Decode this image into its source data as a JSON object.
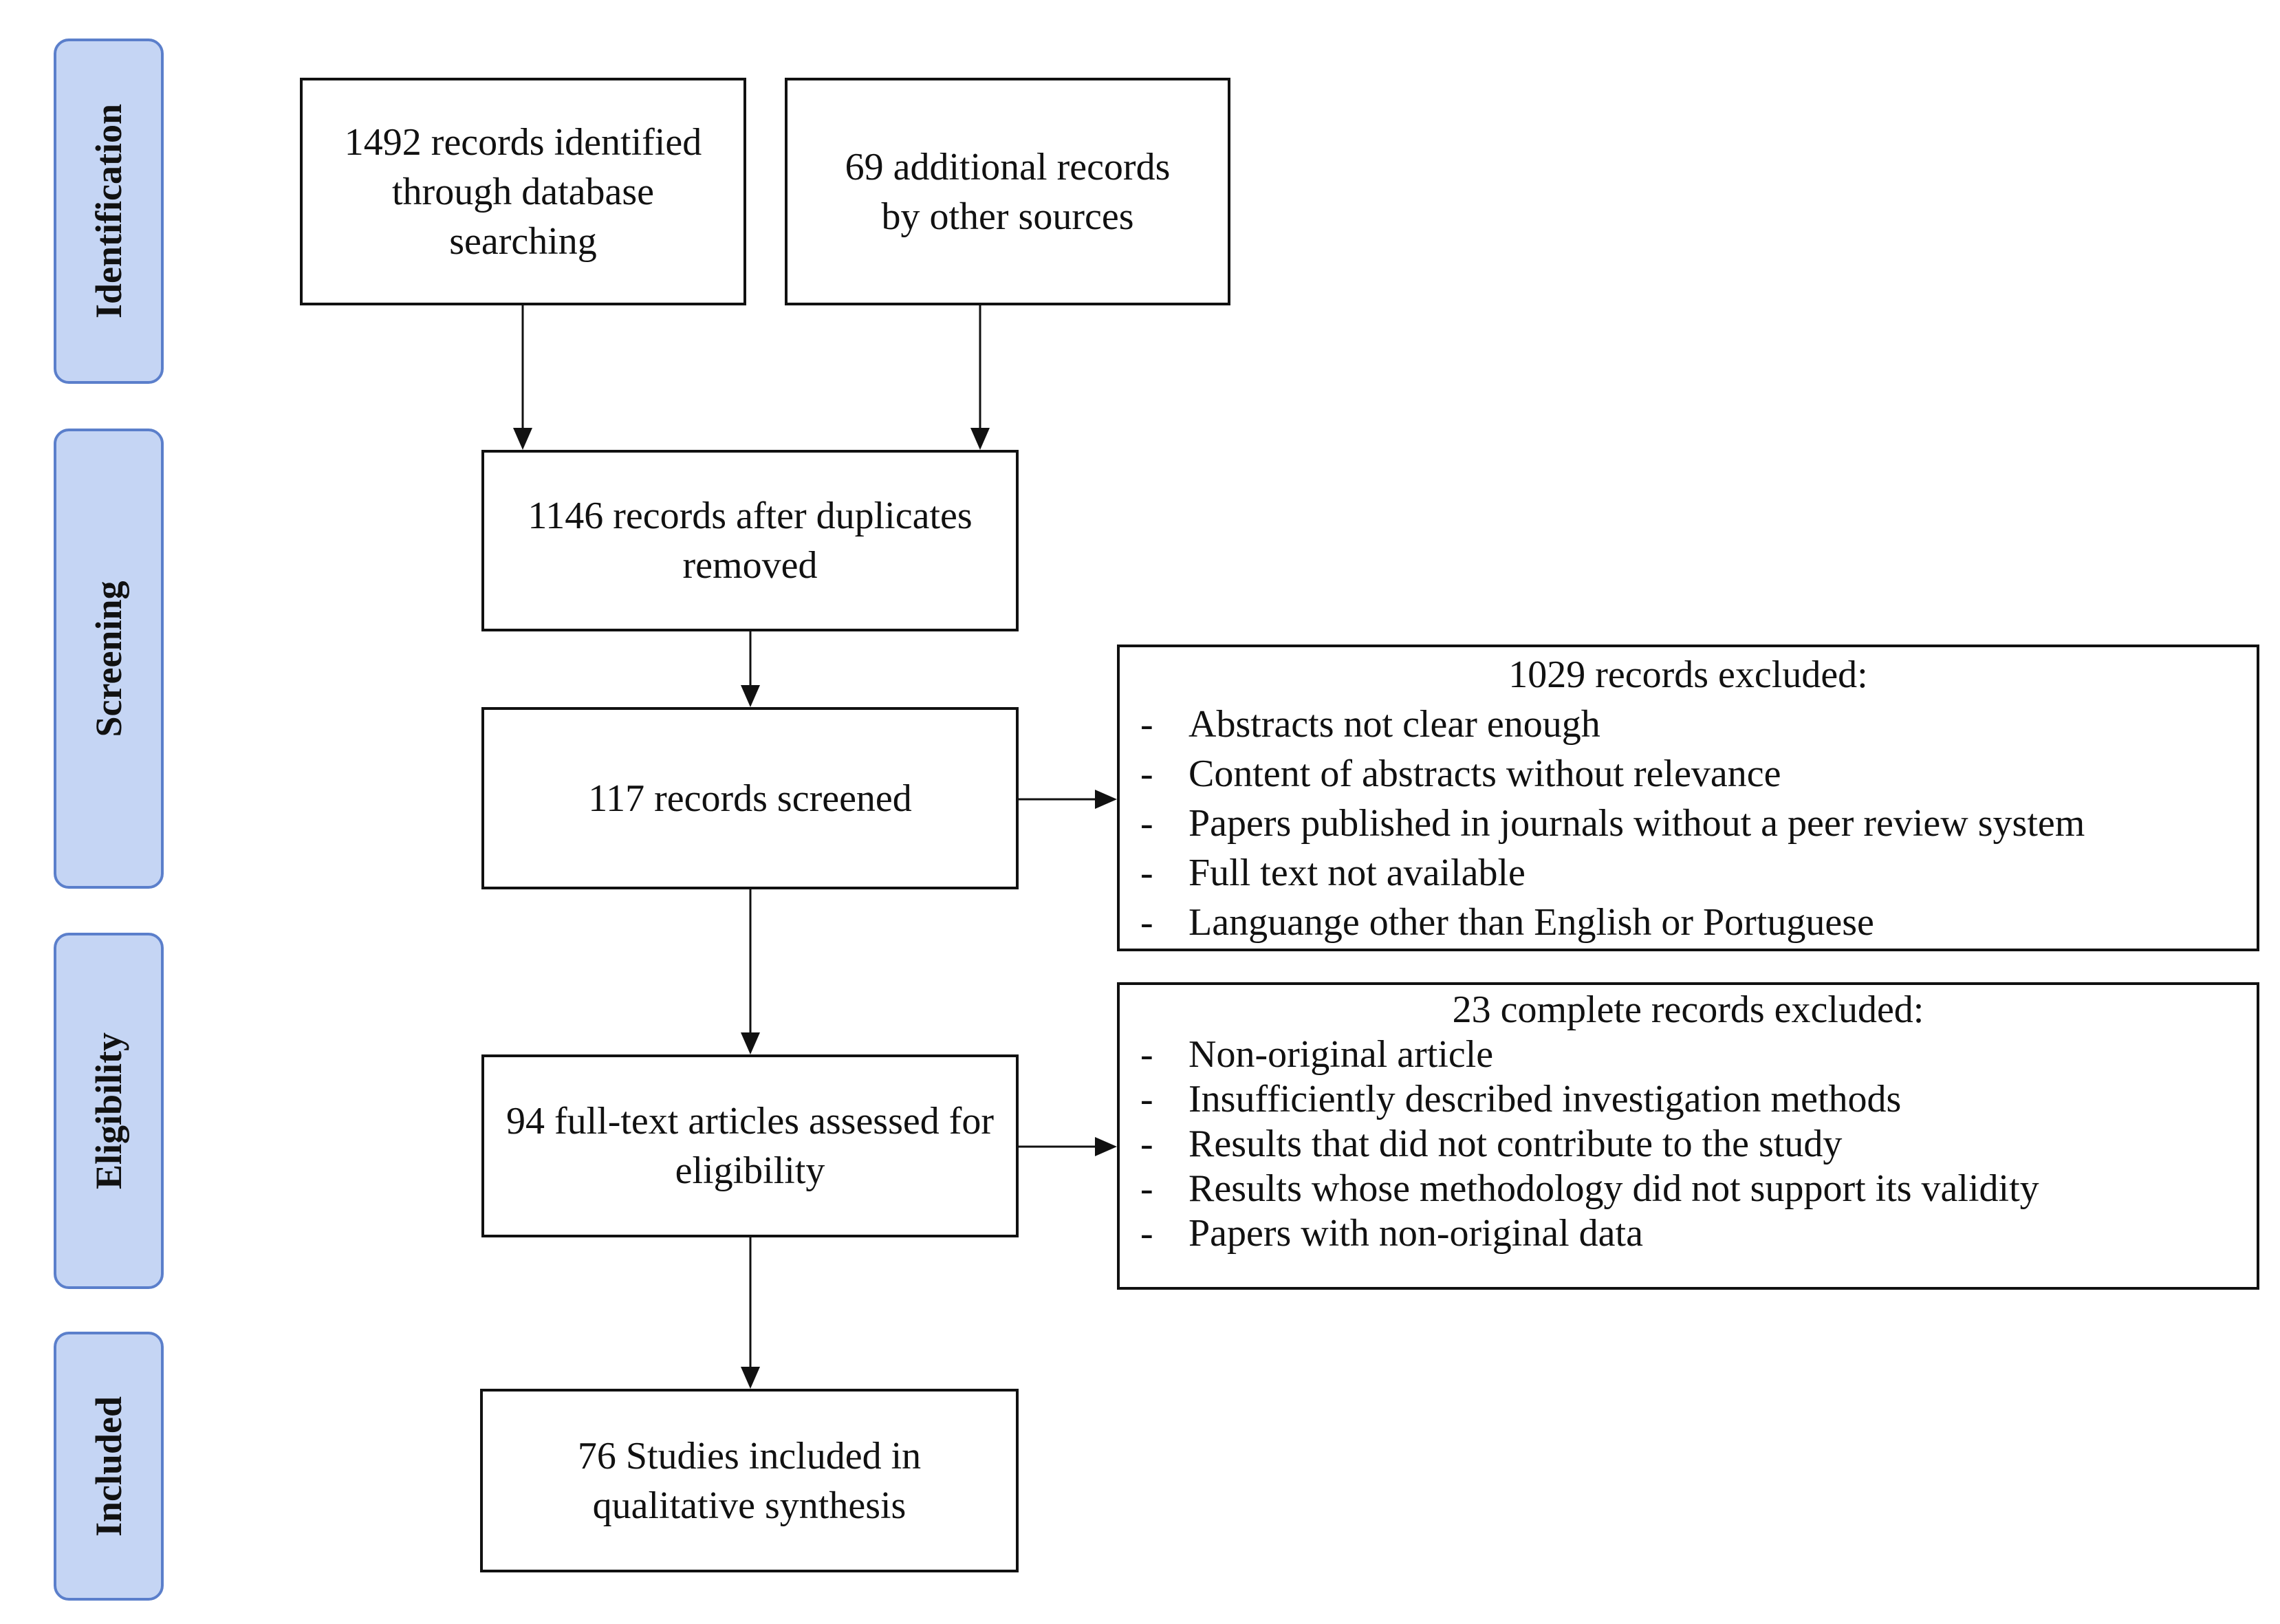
{
  "phases": {
    "identification": "Identification",
    "screening": "Screening",
    "eligibility": "Eligibility",
    "included": "Included"
  },
  "boxes": {
    "database_search": "1492 records identified through database searching",
    "other_sources": "69 additional records by other sources",
    "after_duplicates": "1146 records after duplicates removed",
    "screened": "117 records screened",
    "full_text": "94 full-text articles assessed for eligibility",
    "included": "76 Studies included in qualitative synthesis"
  },
  "exclusions_screening": {
    "title": "1029 records excluded:",
    "bullet": "-",
    "items": [
      "Abstracts not clear enough",
      "Content of abstracts without relevance",
      "Papers published in journals without a peer review system",
      "Full text not available",
      "Languange other than English or Portuguese"
    ]
  },
  "exclusions_eligibility": {
    "title": "23 complete records excluded:",
    "bullet": "-",
    "items": [
      "Non-original article",
      "Insufficiently described investigation methods",
      "Results that did not contribute to the study",
      "Results whose methodology did not support its validity",
      "Papers with non-original data"
    ]
  },
  "colors": {
    "phase_fill": "#c5d5f4",
    "phase_border": "#5b7fcb",
    "line": "#111111"
  }
}
